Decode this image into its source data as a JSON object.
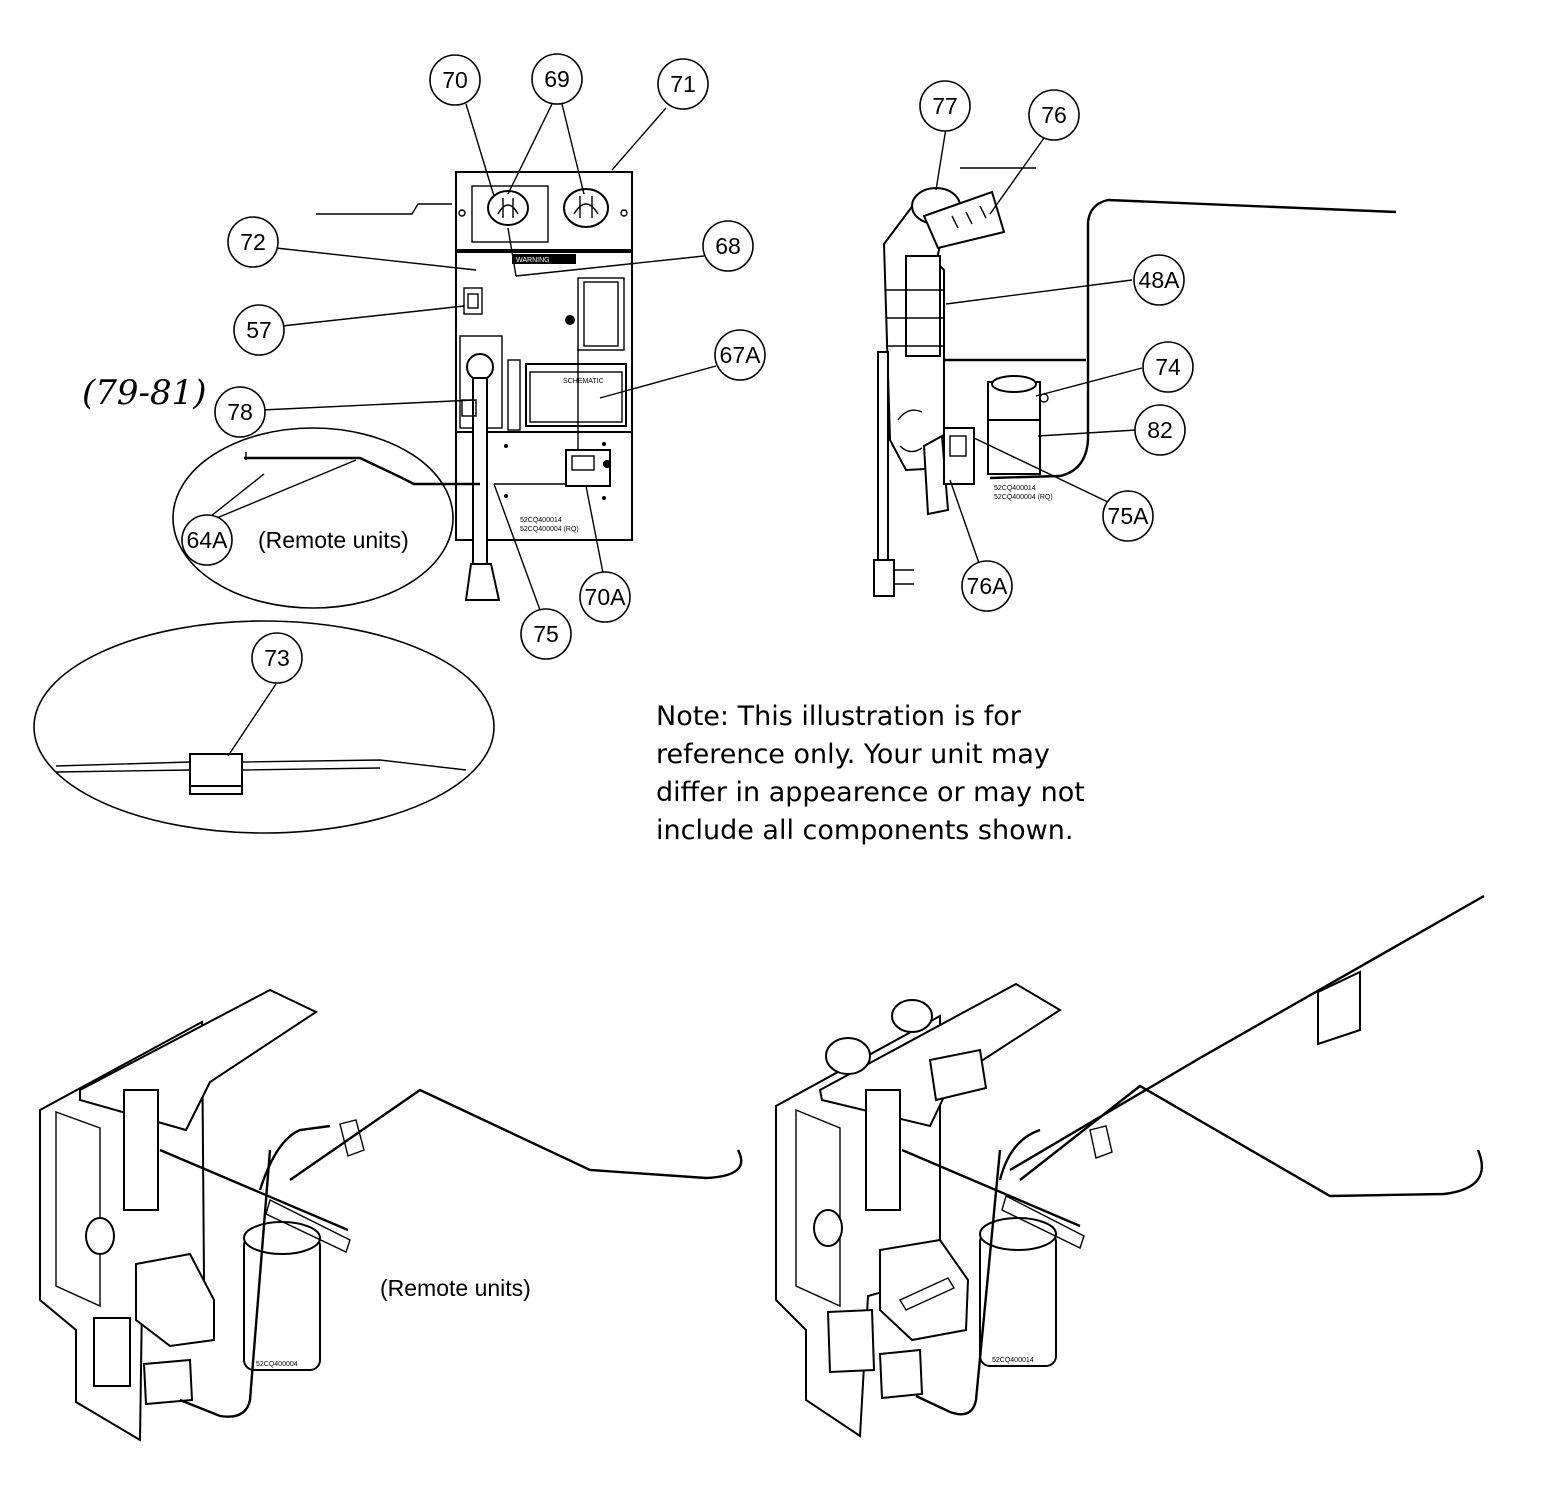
{
  "callouts": {
    "c70": "70",
    "c69": "69",
    "c71": "71",
    "c72": "72",
    "c68": "68",
    "c57": "57",
    "c67a": "67A",
    "c78": "78",
    "c64a": "64A",
    "c75": "75",
    "c70a": "70A",
    "c73": "73",
    "c77": "77",
    "c76": "76",
    "c48a": "48A",
    "c74": "74",
    "c82": "82",
    "c75a": "75A",
    "c76a": "76A"
  },
  "handwritten_note": "(79-81)",
  "remote_units_label_top": "(Remote units)",
  "remote_units_label_bottom": "(Remote units)",
  "panel_text": {
    "warning": "WARNING",
    "schematic": "SCHEMATIC",
    "part_no_front_1": "52CQ400014",
    "part_no_front_2": "52CQ400004 (RQ)",
    "part_no_side_1": "52CQ400014",
    "part_no_side_2": "52CQ400004 (RQ)",
    "capacitor_left": "52CQ400004",
    "capacitor_right": "52CQ400014"
  },
  "note_lines": [
    "Note: This illustration is for",
    "reference only. Your unit may",
    "differ in appearence or may not",
    "include all components shown."
  ]
}
